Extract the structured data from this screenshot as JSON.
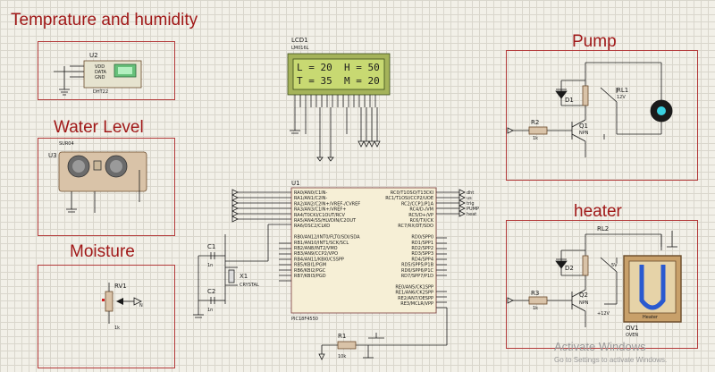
{
  "sections": [
    {
      "id": "temp",
      "title": "Temprature and humidity"
    },
    {
      "id": "water",
      "title": "Water Level"
    },
    {
      "id": "moisture",
      "title": "Moisture"
    },
    {
      "id": "pump",
      "title": "Pump"
    },
    {
      "id": "heater",
      "title": "heater"
    }
  ],
  "dht": {
    "ref": "U2",
    "part": "DHT22",
    "pins": [
      "VDD",
      "DATA",
      "GND"
    ]
  },
  "ultrasonic": {
    "ref": "U3",
    "part": "SUR04"
  },
  "pot": {
    "ref": "RV1",
    "value": "1k",
    "out": "N"
  },
  "lcd": {
    "ref": "LCD1",
    "part": "LM016L",
    "line1": "L = 20  H = 50",
    "line2": "T = 35  M = 20"
  },
  "mcu": {
    "ref": "U1",
    "part": "PIC18F4550",
    "left_pins": [
      "RA0/AN0/C1IN-",
      "RA1/AN1/C2IN-",
      "RA2/AN2/C2IN+/VREF-/CVREF",
      "RA3/AN3/C1IN+/VREF+",
      "RA4/T0CKI/C1OUT/RCV",
      "RA5/AN4/SS/HLVDIN/C2OUT",
      "RA6/OSC2/CLKO",
      "",
      "RB0/AN12/INT0/FLT0/SDI/SDA",
      "RB1/AN10/INT1/SCK/SCL",
      "RB2/AN8/INT2/VMO",
      "RB3/AN9/CCP2/VPO",
      "RB4/AN11/KBI0/CSSPP",
      "RB5/KBI1/PGM",
      "RB6/KBI2/PGC",
      "RB7/KBI3/PGD"
    ],
    "right_pins": [
      "RC0/T1OSO/T13CKI",
      "RC1/T1OSI/CCP2/UOE",
      "RC2/CCP1/P1A",
      "RC4/D-/VM",
      "RC5/D+/VP",
      "RC6/TX/CK",
      "RC7/RX/DT/SDO",
      "",
      "RD0/SPP0",
      "RD1/SPP1",
      "RD2/SPP2",
      "RD3/SPP3",
      "RD4/SPP4",
      "RD5/SPP5/P1B",
      "RD6/SPP6/P1C",
      "RD7/SPP7/P1D",
      "",
      "RE0/AN5/CK1SPP",
      "RE1/AN6/CK2SPP",
      "RE2/AN7/OESPP",
      "RE3/MCLR/VPP"
    ],
    "right_nets": [
      "dht",
      "us",
      "trig",
      "PUMP",
      "heat"
    ]
  },
  "crystal": {
    "ref": "X1",
    "part": "CRYSTAL"
  },
  "caps": [
    {
      "ref": "C1",
      "value": "1n"
    },
    {
      "ref": "C2",
      "value": "1n"
    }
  ],
  "reset": {
    "ref": "R1",
    "value": "10k"
  },
  "pump": {
    "relay": "RL1",
    "relay_v": "12V",
    "diode": "D1",
    "res": "R2",
    "res_v": "1k",
    "transistor": "Q1",
    "transistor_t": "NPN"
  },
  "heater": {
    "relay": "RL2",
    "relay_v": "5V",
    "diode": "D2",
    "res": "R3",
    "res_v": "1k",
    "transistor": "Q2",
    "transistor_t": "NPN",
    "oven_ref": "OV1",
    "oven_part": "OVEN",
    "oven_label": "Heater",
    "supply": "+12V"
  },
  "watermark": {
    "title": "Activate Windows",
    "sub": "Go to Settings to activate Windows."
  }
}
